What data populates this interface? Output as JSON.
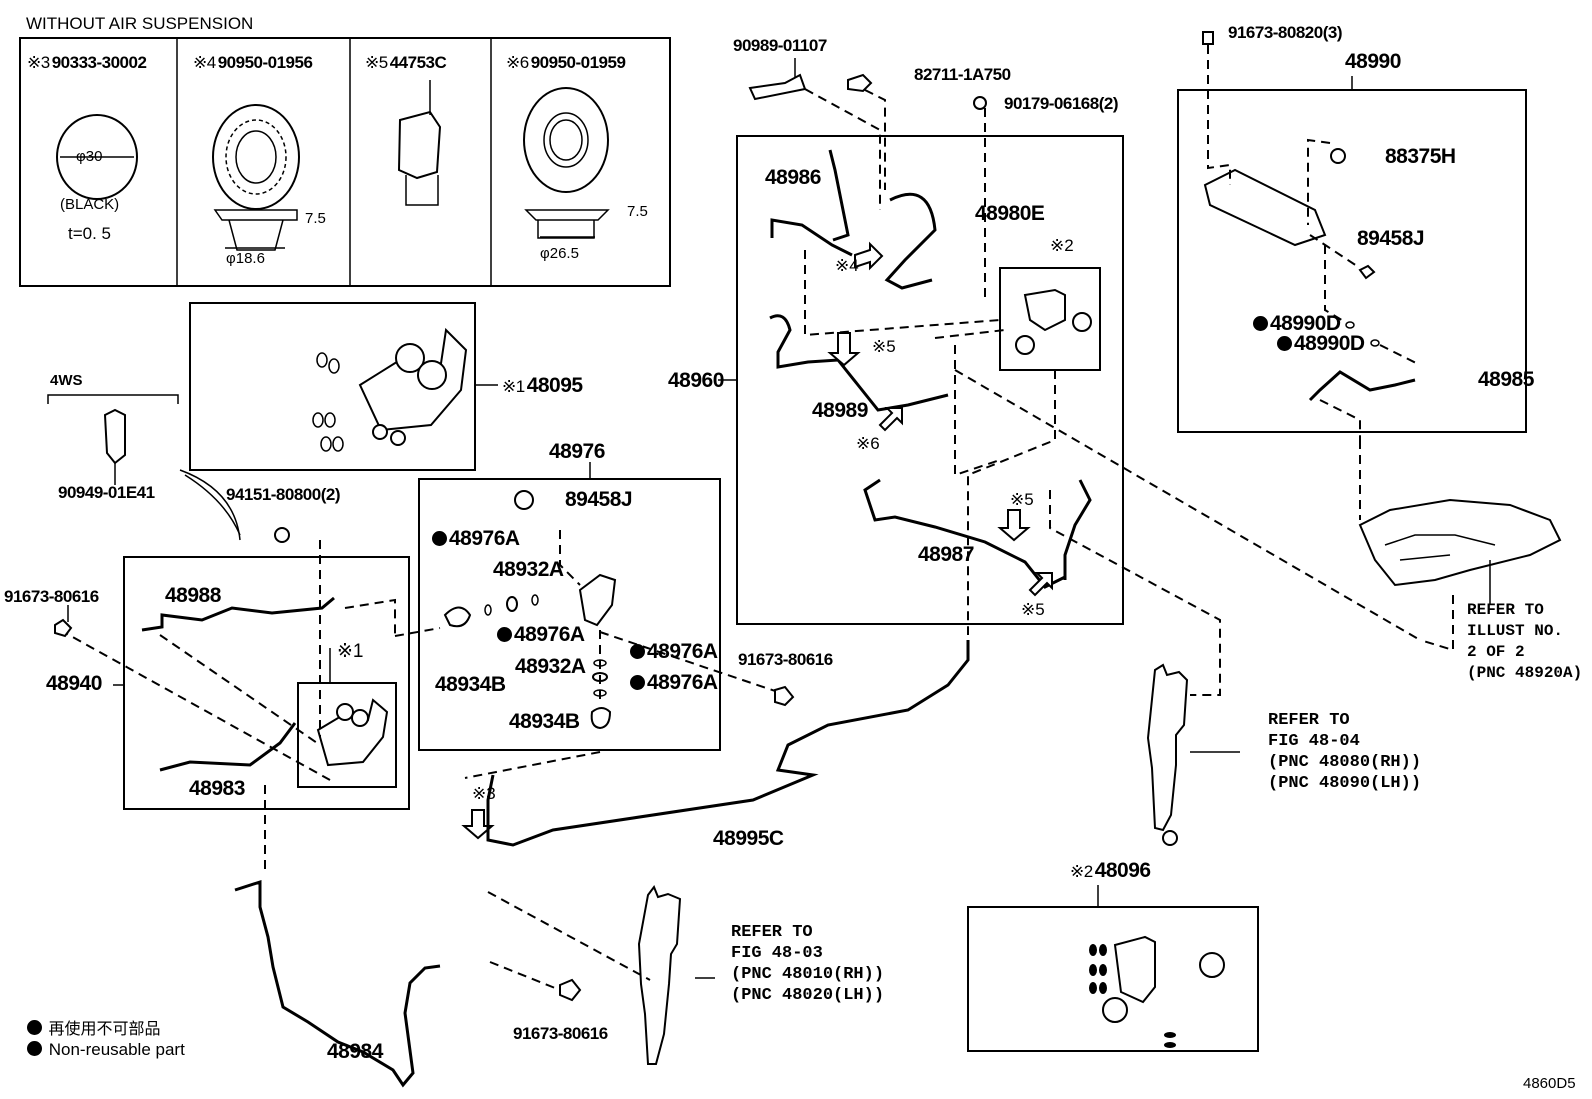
{
  "header": {
    "title": "WITHOUT AIR SUSPENSION"
  },
  "inset_panels": [
    {
      "mark": "※3",
      "part_no": "90333-30002",
      "dimension": "φ30",
      "color": "(BLACK)",
      "thickness": "t=0. 5"
    },
    {
      "mark": "※4",
      "part_no": "90950-01956",
      "height": "7.5",
      "diameter": "φ18.6"
    },
    {
      "mark": "※5",
      "part_no": "44753C"
    },
    {
      "mark": "※6",
      "part_no": "90950-01959",
      "height": "7.5",
      "diameter": "φ26.5"
    }
  ],
  "callouts": {
    "c48095": {
      "mark": "※1",
      "part_no": "48095"
    },
    "c4ws": "4WS",
    "c90949": "90949-01E41",
    "c94151": "94151-80800(2)",
    "c91673a": "91673-80616",
    "c48988": "48988",
    "c48940": "48940",
    "c_mark1": "※1",
    "c48983": "48983",
    "c48976": "48976",
    "c89458a": "89458J",
    "c48976A_1": "48976A",
    "c48932A_1": "48932A",
    "c48976A_2": "48976A",
    "c48934B_1": "48934B",
    "c48976A_3": "48976A",
    "c48932A_2": "48932A",
    "c48976A_4": "48976A",
    "c48934B_2": "48934B",
    "c91673b": "91673-80616",
    "c90989": "90989-01107",
    "c82711": "82711-1A750",
    "c90179": "90179-06168(2)",
    "c48986": "48986",
    "c48980E": "48980E",
    "c_mark4": "※4",
    "c_mark2": "※2",
    "c48960": "48960",
    "c_mark5a": "※5",
    "c48989": "48989",
    "c_mark6": "※6",
    "c_mark5b": "※5",
    "c48987": "48987",
    "c_mark5c": "※5",
    "c_mark3": "※3",
    "c48995C": "48995C",
    "c91673c": "91673-80820(3)",
    "c48990": "48990",
    "c88375H": "88375H",
    "c89458b": "89458J",
    "c48990D_1": "48990D",
    "c48990D_2": "48990D",
    "c48985": "48985",
    "c48984": "48984",
    "c91673d": "91673-80616",
    "c48096": {
      "mark": "※2",
      "part_no": "48096"
    }
  },
  "references": {
    "illust": "REFER TO\nILLUST NO.\n2 OF 2\n(PNC 48920A)",
    "fig4804": "REFER TO\nFIG 48-04\n(PNC 48080(RH))\n(PNC 48090(LH))",
    "fig4803": "REFER TO\nFIG 48-03\n(PNC 48010(RH))\n(PNC 48020(LH))"
  },
  "legend": {
    "line_jp": "再使用不可部品",
    "line_en": "Non-reusable part"
  },
  "figure_id": "4860D5"
}
